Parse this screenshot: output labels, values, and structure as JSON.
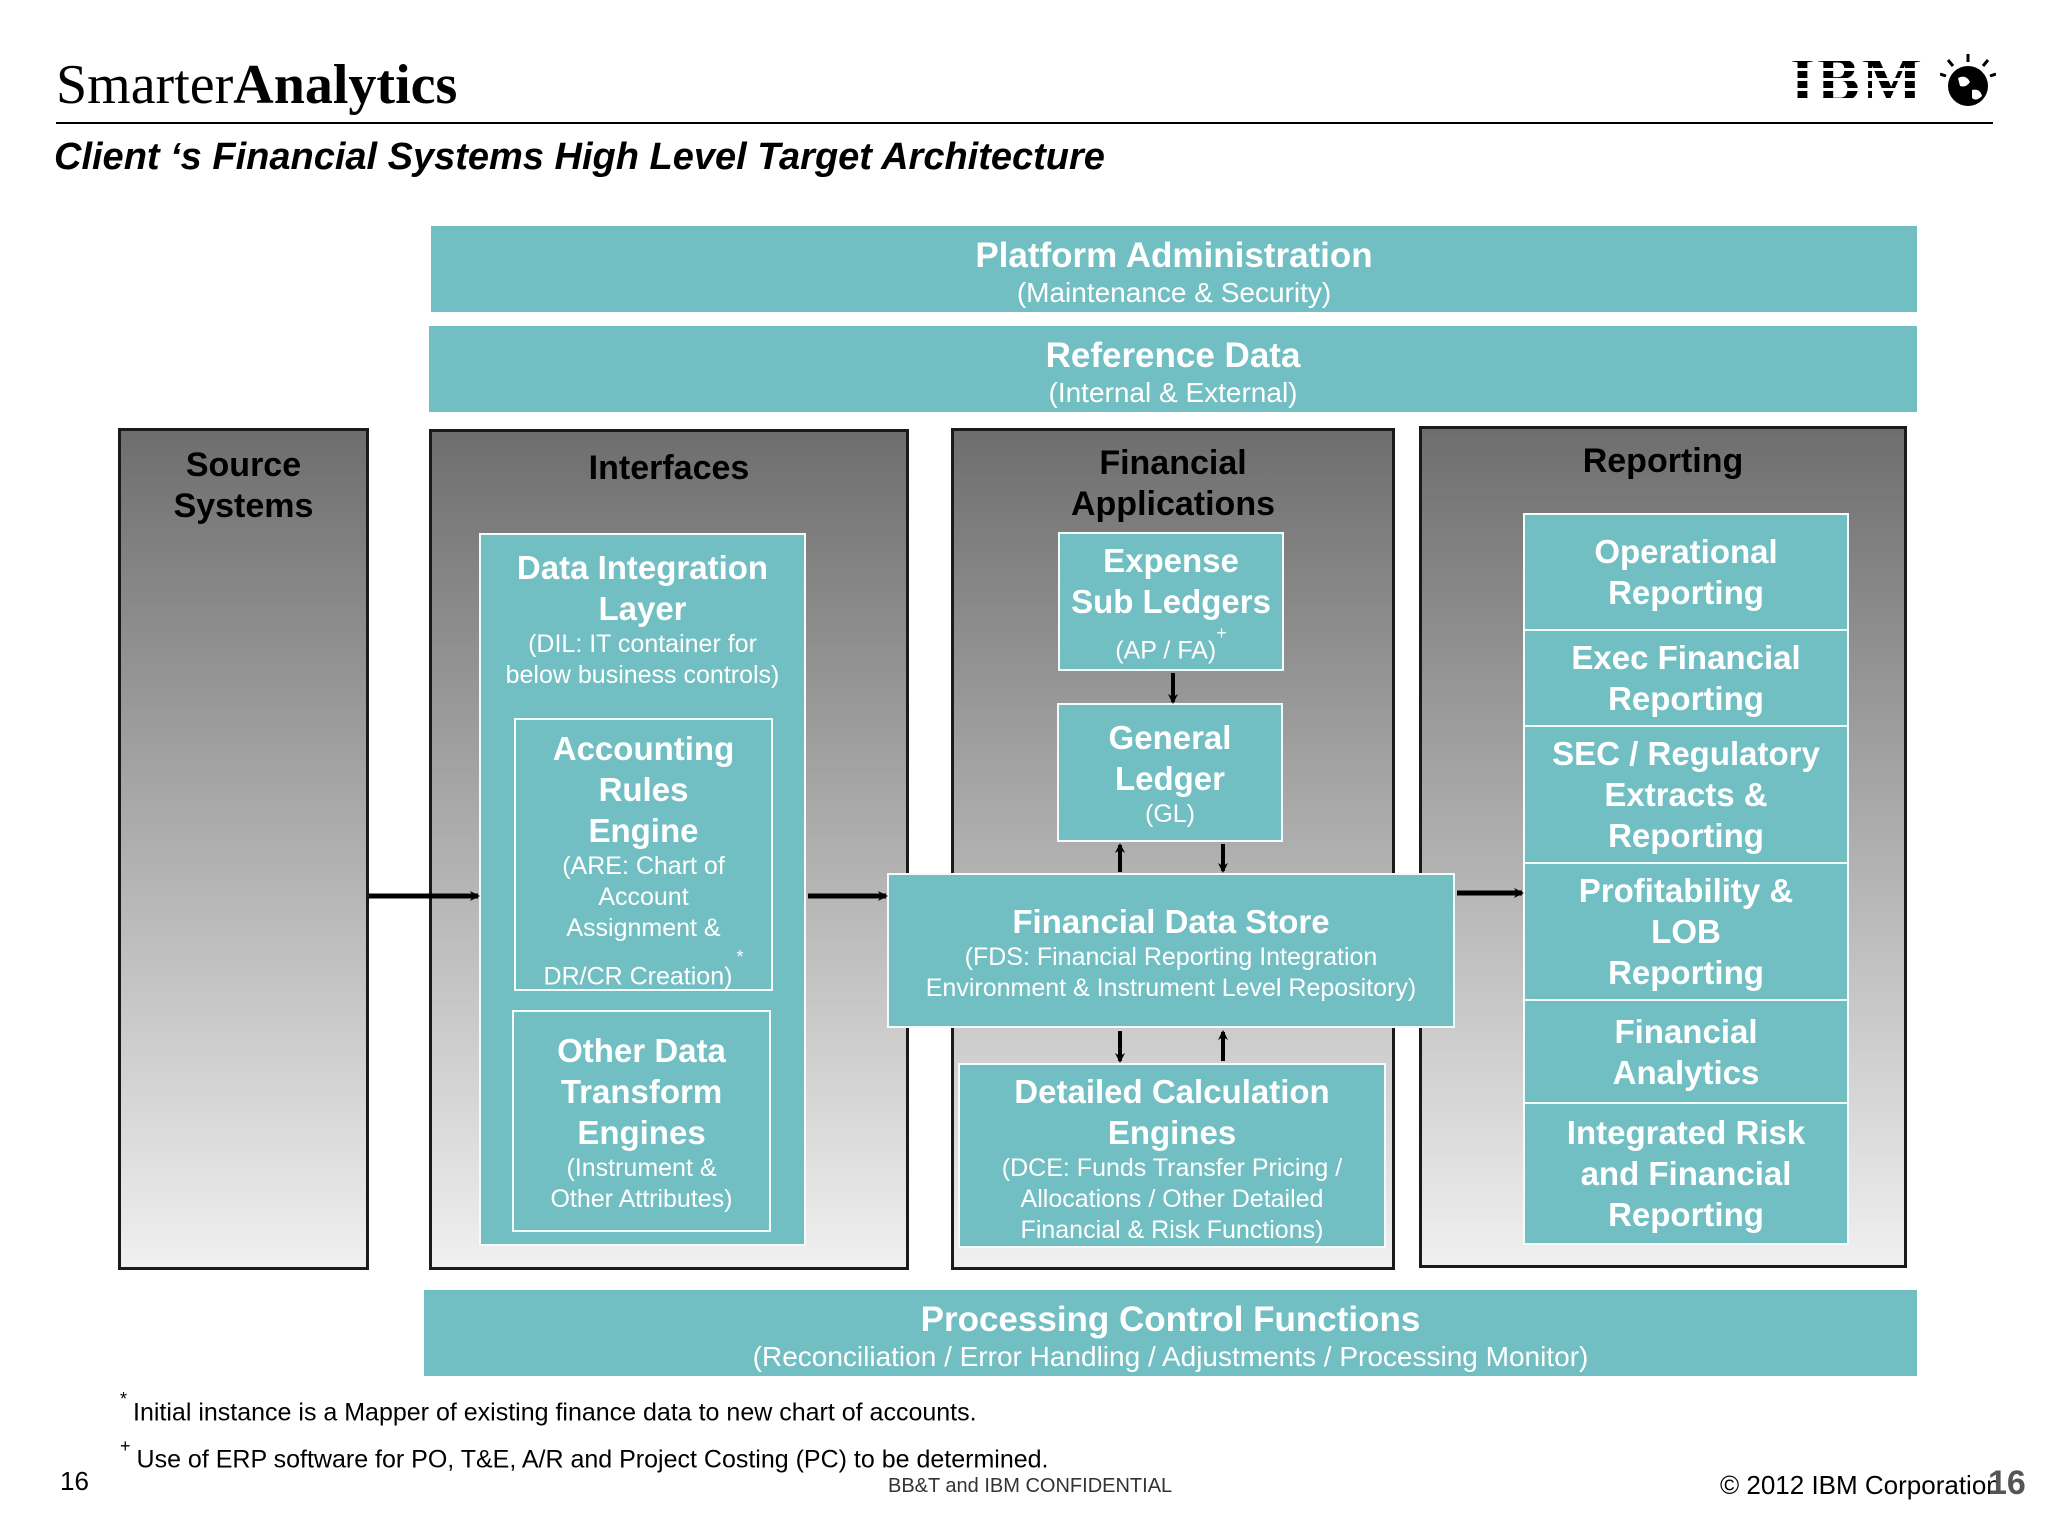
{
  "header": {
    "logo_light": "Smarter",
    "logo_bold": "Analytics",
    "brand": "IBM",
    "slide_title": "Client ‘s Financial Systems High Level Target Architecture"
  },
  "bands": {
    "platform": {
      "title": "Platform Administration",
      "sub": "(Maintenance & Security)"
    },
    "reference": {
      "title": "Reference Data",
      "sub": "(Internal & External)"
    },
    "processing": {
      "title": "Processing Control Functions",
      "sub": "(Reconciliation / Error Handling / Adjustments / Processing Monitor)"
    }
  },
  "columns": {
    "source": {
      "line1": "Source",
      "line2": "Systems"
    },
    "interfaces": {
      "title": "Interfaces"
    },
    "financial": {
      "line1": "Financial",
      "line2": "Applications"
    },
    "reporting": {
      "title": "Reporting"
    }
  },
  "interfaces": {
    "dil": {
      "title1": "Data Integration",
      "title2": "Layer",
      "sub1": "(DIL:  IT container for",
      "sub2": "below business controls)"
    },
    "are": {
      "title1": "Accounting",
      "title2": "Rules",
      "title3": "Engine",
      "sub1": "(ARE:  Chart of",
      "sub2": "Account",
      "sub3": "Assignment &",
      "sub4": "DR/CR Creation)",
      "mark": "*"
    },
    "odte": {
      "title1": "Other Data",
      "title2": "Transform",
      "title3": "Engines",
      "sub1": "(Instrument &",
      "sub2": "Other Attributes)"
    }
  },
  "financial": {
    "expense": {
      "title1": "Expense",
      "title2": "Sub Ledgers",
      "sub": "(AP / FA)",
      "mark": "+"
    },
    "gl": {
      "title1": "General",
      "title2": "Ledger",
      "sub": "(GL)"
    },
    "fds": {
      "title": "Financial Data Store",
      "sub1": "(FDS:  Financial Reporting Integration",
      "sub2": "Environment & Instrument Level Repository)"
    },
    "dce": {
      "title1": "Detailed Calculation",
      "title2": "Engines",
      "sub1": "(DCE:  Funds Transfer Pricing /",
      "sub2": "Allocations / Other Detailed",
      "sub3": "Financial & Risk Functions)"
    }
  },
  "reporting": {
    "items": [
      "Operational\nReporting",
      "Exec Financial\nReporting",
      "SEC / Regulatory\nExtracts &\nReporting",
      "Profitability &\nLOB\nReporting",
      "Financial\nAnalytics",
      "Integrated Risk\nand Financial\nReporting"
    ]
  },
  "footnotes": {
    "note1_mark": "*",
    "note1": "Initial instance is a Mapper of existing finance data to new chart of accounts.",
    "note2_mark": "+",
    "note2": "Use of ERP software for PO, T&E, A/R and Project Costing (PC) to be determined."
  },
  "footer": {
    "page_left": "16",
    "confidential": "BB&T and IBM CONFIDENTIAL",
    "copyright": "© 2012 IBM Corporation",
    "page_right": "16"
  },
  "colors": {
    "teal": "#72bfc3",
    "text_white": "#ffffff",
    "column_top": "#6e6e6e",
    "column_bottom": "#f0f0f0"
  }
}
